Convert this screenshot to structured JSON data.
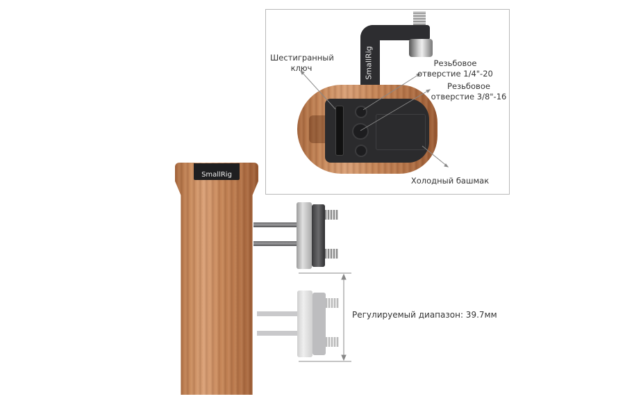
{
  "product": {
    "brand": "SmallRig",
    "description": "Wooden side handle with adjustable mount"
  },
  "inset": {
    "labels": {
      "hex_key": [
        "Шестигранный",
        "ключ"
      ],
      "thread_quarter": [
        "Резьбовое",
        "отверстие 1/4\"-20"
      ],
      "thread_three_eighths": [
        "Резьбовое",
        "отверстие 3/8\"-16"
      ],
      "cold_shoe": "Холодный башмак"
    },
    "bracket_brand": "SmallRig"
  },
  "main": {
    "handle_brand": "SmallRig",
    "range_label": "Регулируемый диапазон: 39.7мм"
  },
  "colors": {
    "wood": "#c88a5c",
    "metal_dark": "#2b2b2d",
    "metal_light": "#c8c8c8",
    "frame": "#b8b8b8",
    "text": "#333333"
  }
}
